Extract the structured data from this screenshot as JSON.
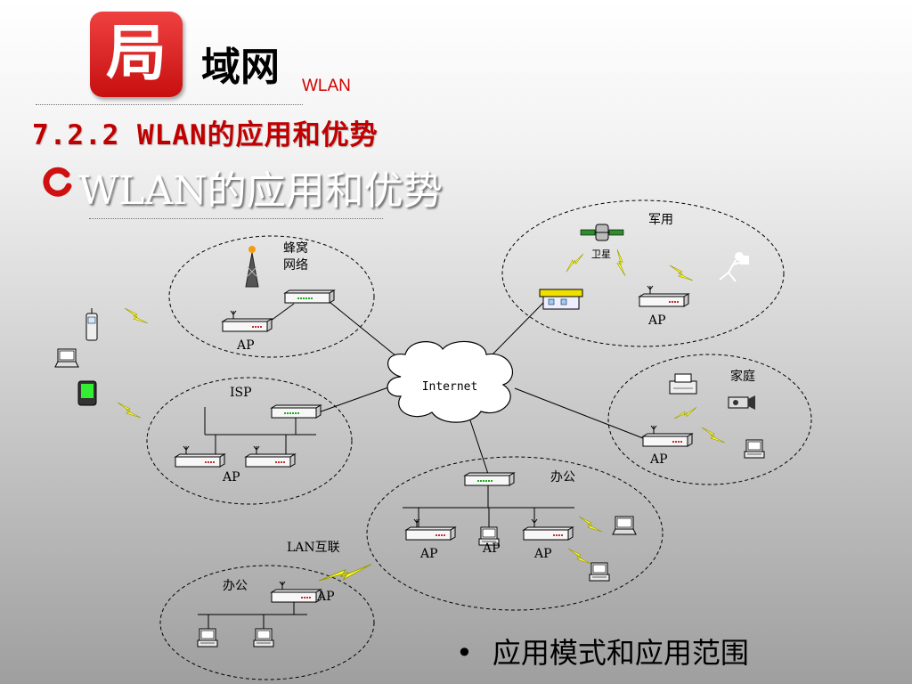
{
  "header": {
    "logo_char": "局",
    "title": "域网",
    "subtitle": "WLAN"
  },
  "section_heading": "7.2.2 WLAN的应用和优势",
  "sub_heading": "WLAN的应用和优势",
  "bullet": "应用模式和应用范围",
  "diagram": {
    "internet": "Internet",
    "cellular": [
      "蜂窝",
      "网络"
    ],
    "isp": "ISP",
    "military": "军用",
    "satellite": "卫星",
    "home": "家庭",
    "office": "办公",
    "lan_link": "LAN互联",
    "ap": "AP"
  },
  "colors": {
    "logo_red": "#d81e1e",
    "heading_red": "#c00000",
    "lightning": "#e6e600"
  }
}
